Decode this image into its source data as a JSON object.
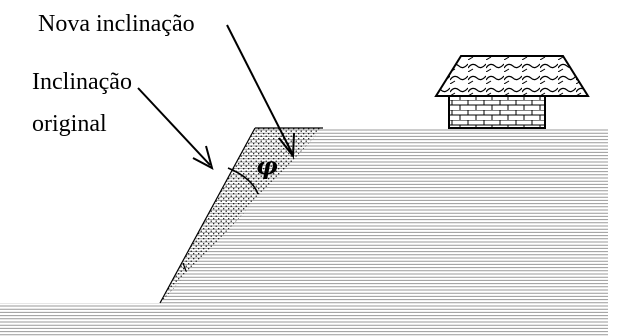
{
  "labels": {
    "new_slope": "Nova inclinação",
    "original_slope_line1": "Inclinação",
    "original_slope_line2": "original",
    "angle": "φ"
  },
  "colors": {
    "ink": "#000000",
    "ground_line": "#999999",
    "background": "#ffffff"
  },
  "icons": {
    "house": "house-icon",
    "arrow": "arrow-icon"
  }
}
